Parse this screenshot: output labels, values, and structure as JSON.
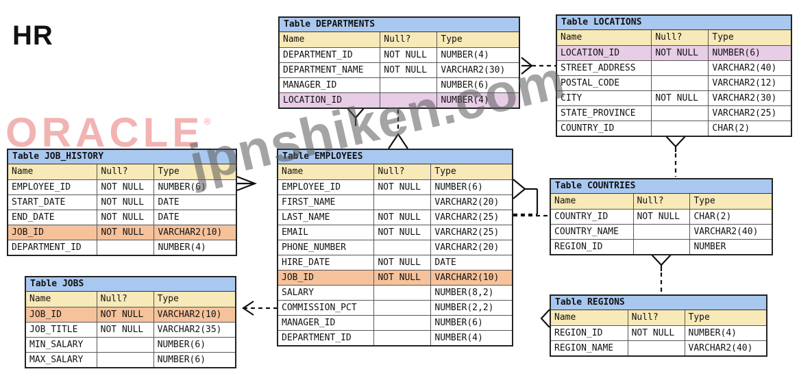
{
  "title": "HR",
  "logo": {
    "text": "ORACLE",
    "mark": "®",
    "color": "#f2b3b3"
  },
  "watermark": "jpnshiken.com",
  "colors": {
    "title_bar": "#a9c8f0",
    "column_header": "#f7e9b8",
    "pk_row": "#e8cde6",
    "fk_row": "#f5c29b"
  },
  "headers": {
    "name": "Name",
    "null": "Null?",
    "type": "Type"
  },
  "tables": [
    {
      "id": "departments",
      "title": "Table DEPARTMENTS",
      "rows": [
        {
          "name": "DEPARTMENT_ID",
          "null": "NOT NULL",
          "type": "NUMBER(4)",
          "hl": ""
        },
        {
          "name": "DEPARTMENT_NAME",
          "null": "NOT NULL",
          "type": "VARCHAR2(30)",
          "hl": ""
        },
        {
          "name": "MANAGER_ID",
          "null": "",
          "type": "NUMBER(6)",
          "hl": ""
        },
        {
          "name": "LOCATION_ID",
          "null": "",
          "type": "NUMBER(4)",
          "hl": "pk"
        }
      ]
    },
    {
      "id": "locations",
      "title": "Table LOCATIONS",
      "rows": [
        {
          "name": "LOCATION_ID",
          "null": "NOT NULL",
          "type": "NUMBER(6)",
          "hl": "pk"
        },
        {
          "name": "STREET_ADDRESS",
          "null": "",
          "type": "VARCHAR2(40)",
          "hl": ""
        },
        {
          "name": "POSTAL_CODE",
          "null": "",
          "type": "VARCHAR2(12)",
          "hl": ""
        },
        {
          "name": "CITY",
          "null": "NOT NULL",
          "type": "VARCHAR2(30)",
          "hl": ""
        },
        {
          "name": "STATE_PROVINCE",
          "null": "",
          "type": "VARCHAR2(25)",
          "hl": ""
        },
        {
          "name": "COUNTRY_ID",
          "null": "",
          "type": "CHAR(2)",
          "hl": ""
        }
      ]
    },
    {
      "id": "job_history",
      "title": "Table JOB_HISTORY",
      "rows": [
        {
          "name": "EMPLOYEE_ID",
          "null": "NOT NULL",
          "type": "NUMBER(6)",
          "hl": ""
        },
        {
          "name": "START_DATE",
          "null": "NOT NULL",
          "type": "DATE",
          "hl": ""
        },
        {
          "name": "END_DATE",
          "null": "NOT NULL",
          "type": "DATE",
          "hl": ""
        },
        {
          "name": "JOB_ID",
          "null": "NOT NULL",
          "type": "VARCHAR2(10)",
          "hl": "fk"
        },
        {
          "name": "DEPARTMENT_ID",
          "null": "",
          "type": "NUMBER(4)",
          "hl": ""
        }
      ]
    },
    {
      "id": "employees",
      "title": "Table EMPLOYEES",
      "rows": [
        {
          "name": "EMPLOYEE_ID",
          "null": "NOT NULL",
          "type": "NUMBER(6)",
          "hl": ""
        },
        {
          "name": "FIRST_NAME",
          "null": "",
          "type": "VARCHAR2(20)",
          "hl": ""
        },
        {
          "name": "LAST_NAME",
          "null": "NOT NULL",
          "type": "VARCHAR2(25)",
          "hl": ""
        },
        {
          "name": "EMAIL",
          "null": "NOT NULL",
          "type": "VARCHAR2(25)",
          "hl": ""
        },
        {
          "name": "PHONE_NUMBER",
          "null": "",
          "type": "VARCHAR2(20)",
          "hl": ""
        },
        {
          "name": "HIRE_DATE",
          "null": "NOT NULL",
          "type": "DATE",
          "hl": ""
        },
        {
          "name": "JOB_ID",
          "null": "NOT NULL",
          "type": "VARCHAR2(10)",
          "hl": "fk"
        },
        {
          "name": "SALARY",
          "null": "",
          "type": "NUMBER(8,2)",
          "hl": ""
        },
        {
          "name": "COMMISSION_PCT",
          "null": "",
          "type": "NUMBER(2,2)",
          "hl": ""
        },
        {
          "name": "MANAGER_ID",
          "null": "",
          "type": "NUMBER(6)",
          "hl": ""
        },
        {
          "name": "DEPARTMENT_ID",
          "null": "",
          "type": "NUMBER(4)",
          "hl": ""
        }
      ]
    },
    {
      "id": "countries",
      "title": "Table COUNTRIES",
      "rows": [
        {
          "name": "COUNTRY_ID",
          "null": "NOT NULL",
          "type": "CHAR(2)",
          "hl": ""
        },
        {
          "name": "COUNTRY_NAME",
          "null": "",
          "type": "VARCHAR2(40)",
          "hl": ""
        },
        {
          "name": "REGION_ID",
          "null": "",
          "type": "NUMBER",
          "hl": ""
        }
      ]
    },
    {
      "id": "jobs",
      "title": "Table JOBS",
      "rows": [
        {
          "name": "JOB_ID",
          "null": "NOT NULL",
          "type": "VARCHAR2(10)",
          "hl": "fk"
        },
        {
          "name": "JOB_TITLE",
          "null": "NOT NULL",
          "type": "VARCHAR2(35)",
          "hl": ""
        },
        {
          "name": "MIN_SALARY",
          "null": "",
          "type": "NUMBER(6)",
          "hl": ""
        },
        {
          "name": "MAX_SALARY",
          "null": "",
          "type": "NUMBER(6)",
          "hl": ""
        }
      ]
    },
    {
      "id": "regions",
      "title": "Table REGIONS",
      "rows": [
        {
          "name": "REGION_ID",
          "null": "NOT NULL",
          "type": "NUMBER(4)",
          "hl": ""
        },
        {
          "name": "REGION_NAME",
          "null": "",
          "type": "VARCHAR2(40)",
          "hl": ""
        }
      ]
    }
  ]
}
